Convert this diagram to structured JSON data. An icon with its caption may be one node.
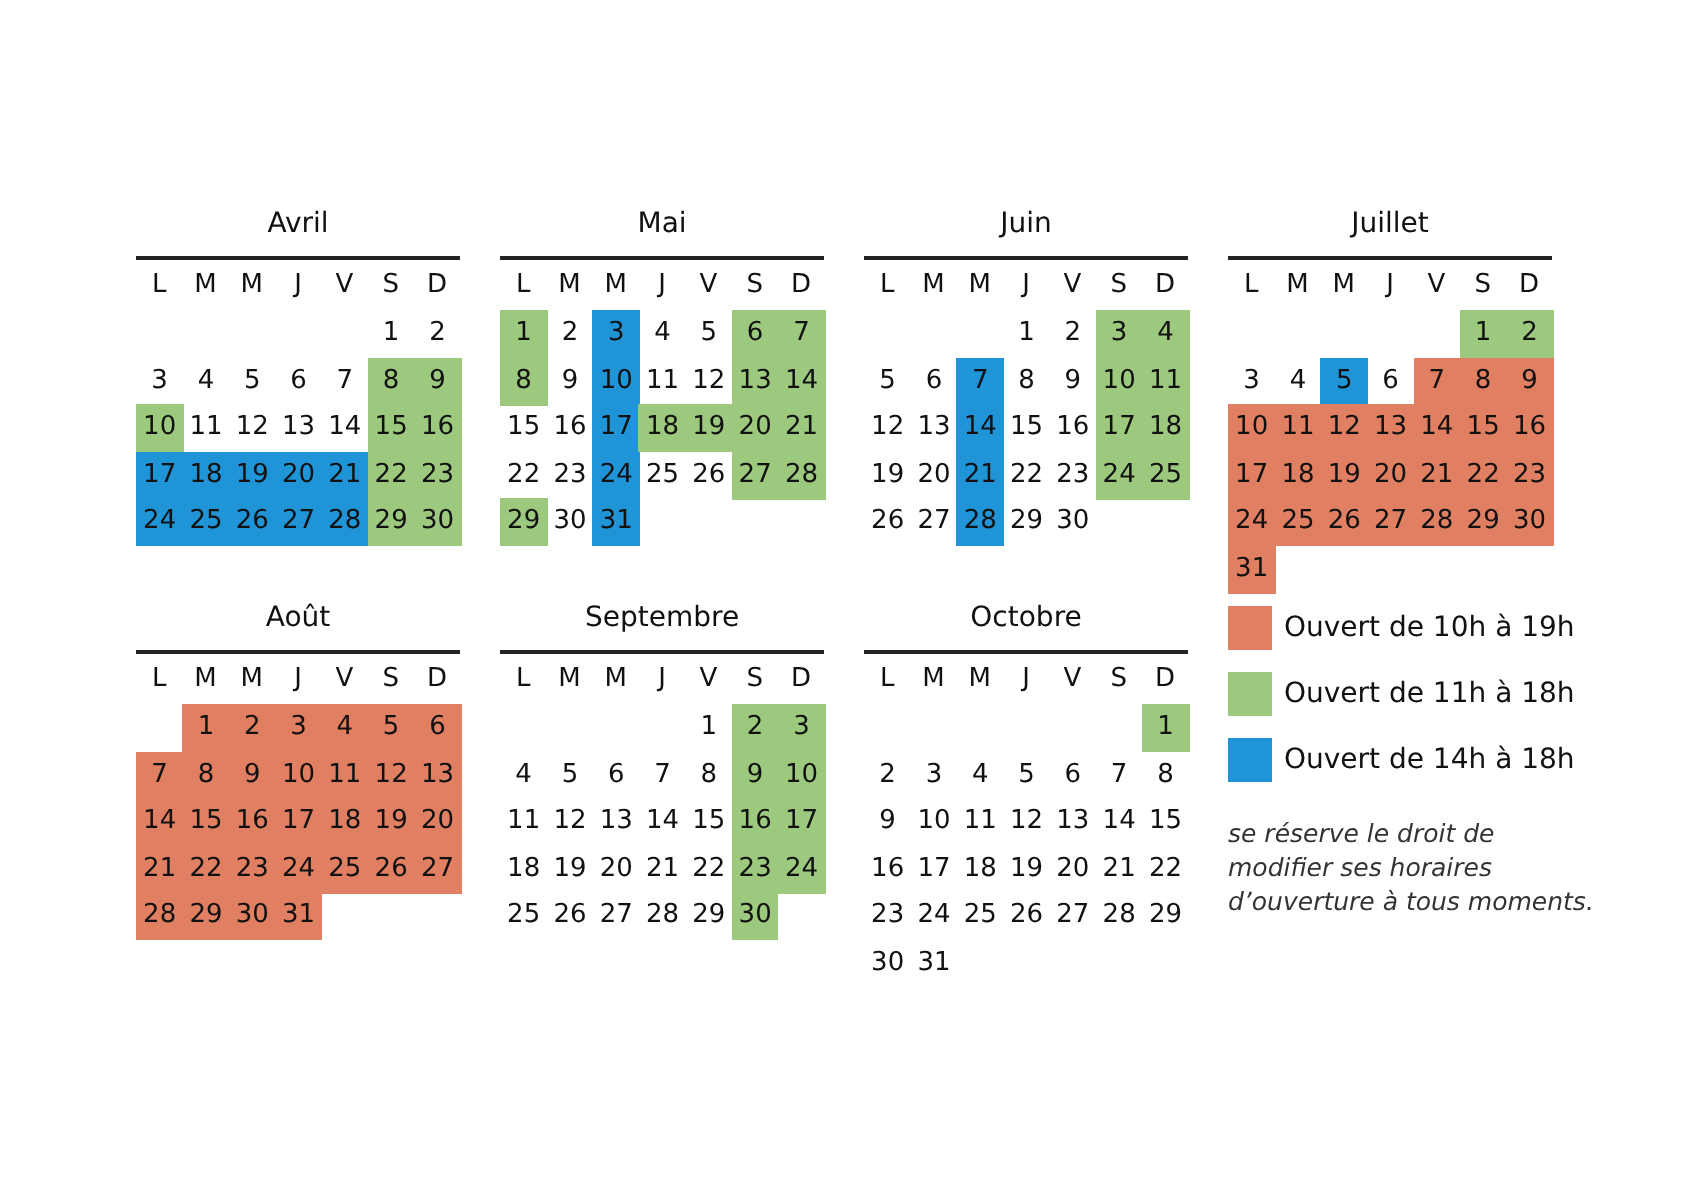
{
  "diagram": {
    "labels": [
      "Avril",
      "L",
      "M",
      "M",
      "J",
      "V",
      "S",
      "D",
      "1",
      "2",
      "3",
      "4",
      "5",
      "6",
      "7",
      "8",
      "9",
      "10",
      "11",
      "12",
      "13",
      "14",
      "15",
      "16",
      "17",
      "18",
      "19",
      "20",
      "21",
      "22",
      "23",
      "24",
      "25",
      "26",
      "27",
      "28",
      "29",
      "30",
      "Mai",
      "L",
      "M",
      "M",
      "J",
      "V",
      "S",
      "D",
      "1",
      "2",
      "3",
      "4",
      "5",
      "6",
      "7",
      "8",
      "9",
      "10",
      "11",
      "12",
      "13",
      "14",
      "15",
      "16",
      "17",
      "18",
      "19",
      "20",
      "21",
      "22",
      "23",
      "24",
      "25",
      "26",
      "27",
      "28",
      "29",
      "30",
      "31",
      "Juin",
      "L",
      "M",
      "M",
      "J",
      "V",
      "S",
      "D",
      "1",
      "2",
      "3",
      "4",
      "5",
      "6",
      "7",
      "8",
      "9",
      "10",
      "11",
      "12",
      "13",
      "14",
      "15",
      "16",
      "17",
      "18",
      "19",
      "20",
      "21",
      "22",
      "23",
      "24",
      "25",
      "26",
      "27",
      "28",
      "29",
      "30",
      "Juillet",
      "L",
      "M",
      "M",
      "J",
      "V",
      "S",
      "D",
      "1",
      "2",
      "3",
      "4",
      "5",
      "6",
      "7",
      "8",
      "9",
      "10",
      "11",
      "12",
      "13",
      "14",
      "15",
      "16",
      "17",
      "18",
      "19",
      "20",
      "21",
      "22",
      "23",
      "24",
      "25",
      "26",
      "27",
      "28",
      "29",
      "30",
      "31",
      "Août",
      "L",
      "M",
      "M",
      "J",
      "V",
      "S",
      "D",
      "1",
      "2",
      "3",
      "4",
      "5",
      "6",
      "7",
      "8",
      "9",
      "10",
      "11",
      "12",
      "13",
      "14",
      "15",
      "16",
      "17",
      "18",
      "19",
      "20",
      "21",
      "22",
      "23",
      "24",
      "25",
      "26",
      "27",
      "28",
      "29",
      "30",
      "31",
      "Septembre",
      "L",
      "M",
      "M",
      "J",
      "V",
      "S",
      "D",
      "1",
      "2",
      "3",
      "4",
      "5",
      "6",
      "7",
      "8",
      "9",
      "10",
      "11",
      "12",
      "13",
      "14",
      "15",
      "16",
      "17",
      "18",
      "19",
      "20",
      "21",
      "22",
      "23",
      "24",
      "25",
      "26",
      "27",
      "28",
      "29",
      "30",
      "Octobre",
      "L",
      "M",
      "M",
      "J",
      "V",
      "S",
      "D",
      "1",
      "2",
      "3",
      "4",
      "5",
      "6",
      "7",
      "8",
      "9",
      "10",
      "11",
      "12",
      "13",
      "14",
      "15",
      "16",
      "17",
      "18",
      "19",
      "20",
      "21",
      "22",
      "23",
      "24",
      "25",
      "26",
      "27",
      "28",
      "29",
      "30",
      "31",
      "se réserve le droit de modifier ses horaires d’ouverture à tous moments."
    ],
    "legend": [
      {
        "text": "Ouvert de 10h à 19h",
        "color": "#e07f61"
      },
      {
        "text": "Ouvert de 11h à 18h",
        "color": "#9dc97f"
      },
      {
        "text": "Ouvert de 14h à 18h",
        "color": "#1f95d8"
      }
    ]
  }
}
